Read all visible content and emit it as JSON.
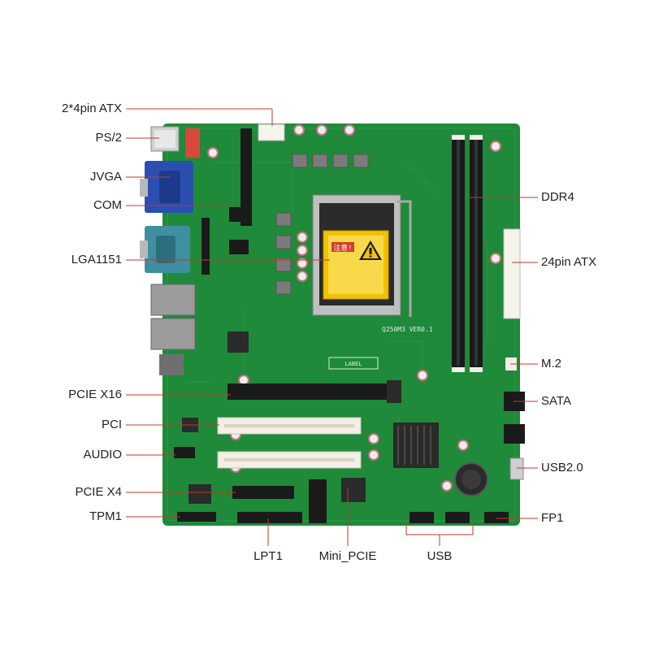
{
  "labels": {
    "atx4": "2*4pin ATX",
    "ps2": "PS/2",
    "jvga": "JVGA",
    "com": "COM",
    "lga1151": "LGA1151",
    "pcie_x16": "PCIE X16",
    "pci": "PCI",
    "audio": "AUDIO",
    "pcie_x4": "PCIE X4",
    "tpm1": "TPM1",
    "ddr4": "DDR4",
    "atx24": "24pin ATX",
    "m2": "M.2",
    "sata": "SATA",
    "usb20": "USB2.0",
    "fp1": "FP1",
    "lpt1": "LPT1",
    "mini_pcie": "Mini_PCIE",
    "usb": "USB"
  },
  "silkscreen": {
    "warning_title": "注意!",
    "model": "Q250M3 VER0.1",
    "label_box": "LABEL"
  },
  "colors": {
    "pcb": "#1f8a3a",
    "pcb_dark": "#17702e",
    "leader_line": "#c0392b",
    "label_text": "#222222",
    "vga_blue": "#2a4fb0",
    "com_teal": "#3f8fa0",
    "slot_black": "#1a1a1a",
    "slot_white": "#f1efe6",
    "warning_yellow": "#f2c200"
  }
}
